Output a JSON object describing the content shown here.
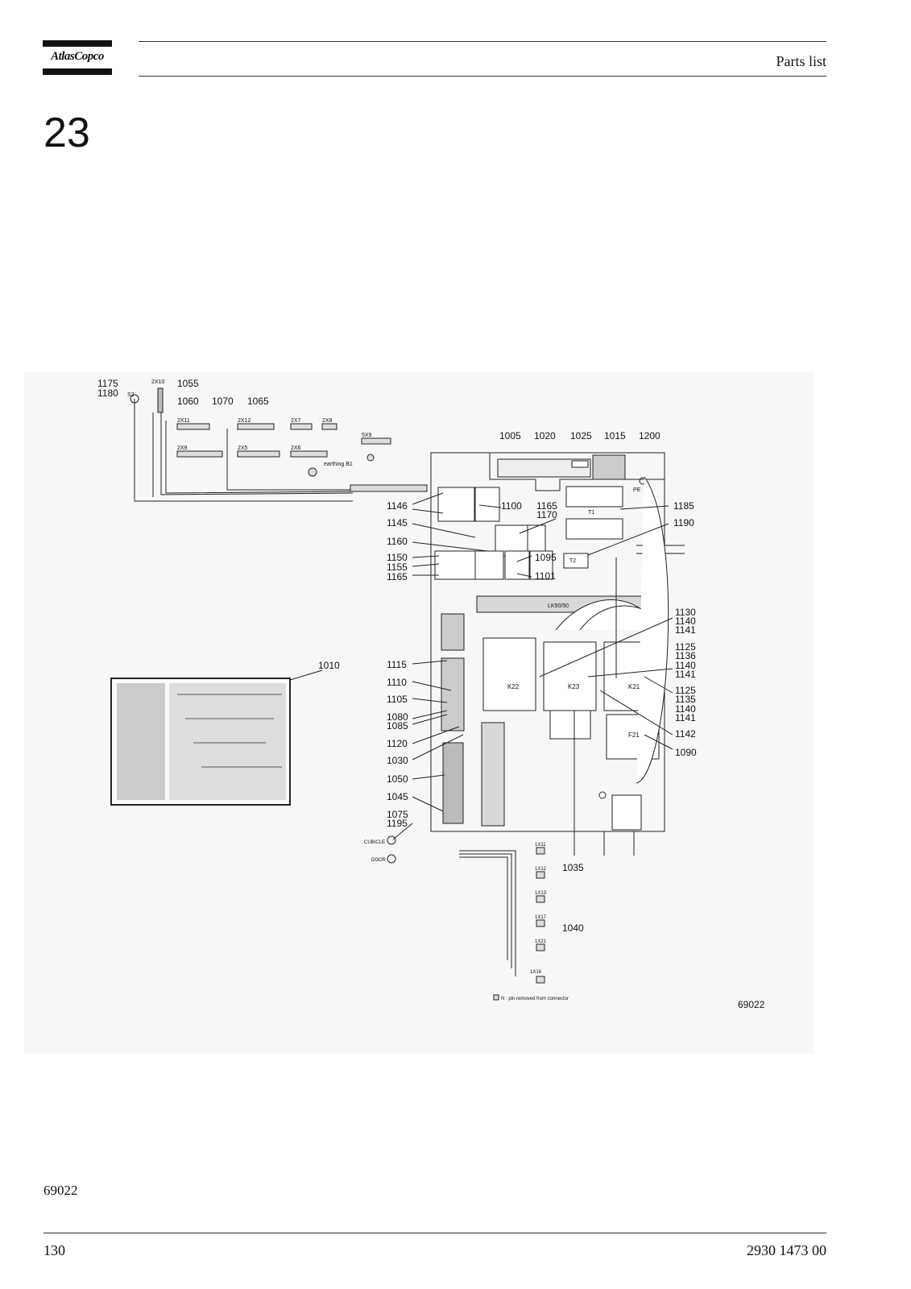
{
  "header": {
    "brand": "AtlasCopco",
    "title": "Parts list"
  },
  "section_number": "23",
  "figure": {
    "callouts": {
      "n1175": "1175",
      "n1180": "1180",
      "s2": "S2",
      "x2x10": "2X10",
      "n1055": "1055",
      "n1060": "1060",
      "n1070": "1070",
      "n1065": "1065",
      "x2x11": "2X11",
      "x2x12": "2X12",
      "x2x7": "2X7",
      "x2x8": "2X8",
      "x2x9": "2X9",
      "x2x5": "2X5",
      "x2x6": "2X6",
      "earthing": "earthing B1",
      "x5x9": "5X9",
      "n1005": "1005",
      "n1020": "1020",
      "n1025": "1025",
      "n1015": "1015",
      "n1200": "1200",
      "n1146": "1146",
      "n1100": "1100",
      "n1165a": "1165",
      "n1170": "1170",
      "n1185": "1185",
      "n1145": "1145",
      "n1190": "1190",
      "n1160": "1160",
      "n1095": "1095",
      "n1150": "1150",
      "n1155": "1155",
      "n1165b": "1165",
      "n1101": "1101",
      "pe": "PE",
      "t1": "T1",
      "t2": "T2",
      "lk": "LK50/50",
      "n1130": "1130",
      "n1140a": "1140",
      "n1141a": "1141",
      "n1125a": "1125",
      "n1136": "1136",
      "n1140b": "1140",
      "n1141b": "1141",
      "n1125b": "1125",
      "n1135": "1135",
      "n1140c": "1140",
      "n1141c": "1141",
      "n1142": "1142",
      "n1090": "1090",
      "n1010": "1010",
      "n1115": "1115",
      "n1110": "1110",
      "n1105": "1105",
      "n1080": "1080",
      "n1085": "1085",
      "n1120": "1120",
      "n1030": "1030",
      "n1050": "1050",
      "n1045": "1045",
      "n1075": "1075",
      "n1195": "1195",
      "k22": "K22",
      "k23": "K23",
      "k21": "K21",
      "f21": "F21",
      "cubicle": "CUBICLE",
      "door": "DOOR",
      "x1x11": "1X11",
      "x1x12": "1X12",
      "x1x13": "1X13",
      "x1x17": "1X17",
      "x1x21": "1X21",
      "x1x16": "1X16",
      "n1035": "1035",
      "n1040": "1040",
      "legend": "N : pin removed from connector",
      "figcode": "69022"
    }
  },
  "figure_code": "69022",
  "footer": {
    "page": "130",
    "doc_number": "2930 1473 00"
  }
}
